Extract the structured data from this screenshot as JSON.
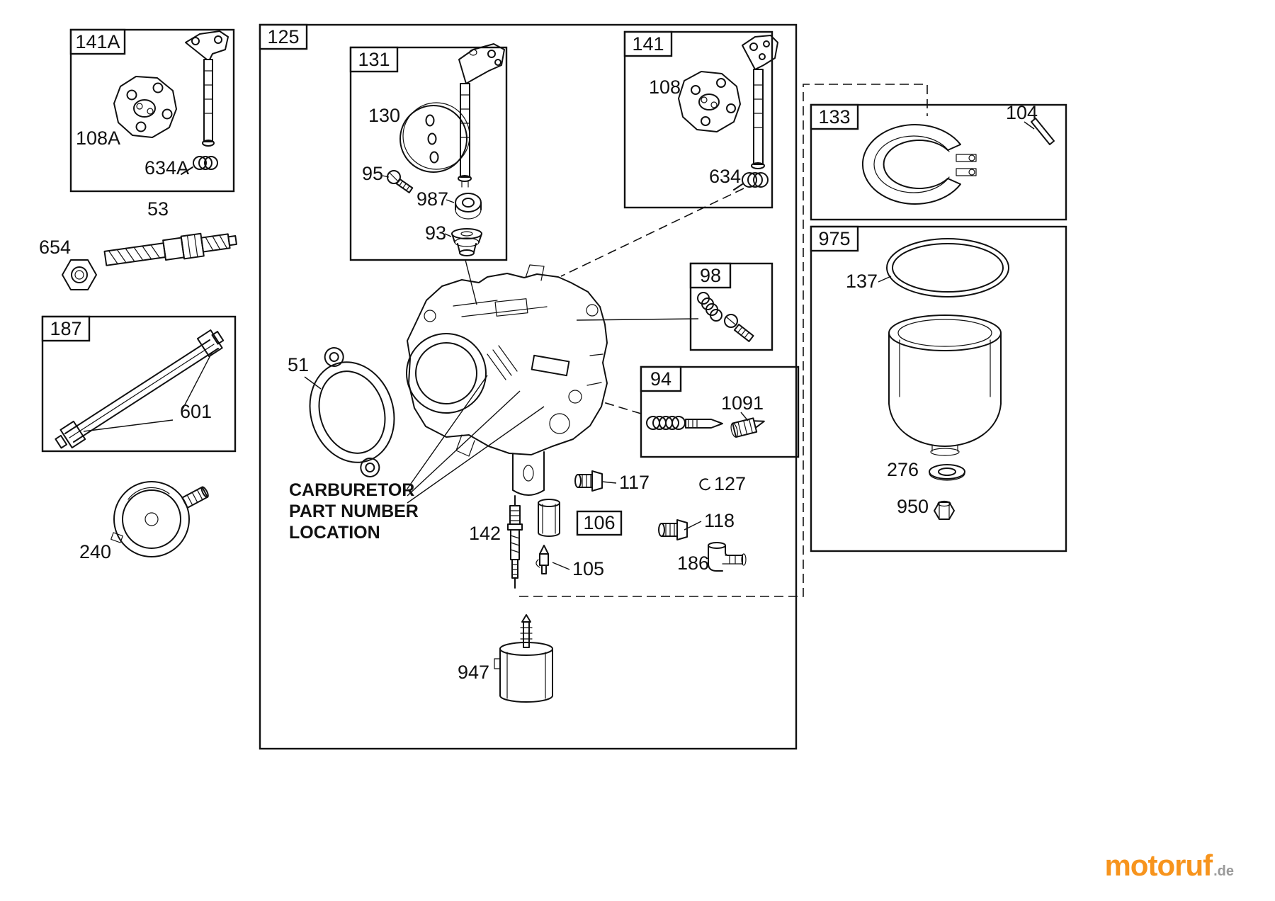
{
  "frames": {
    "f141a": "141A",
    "f187": "187",
    "f125": "125",
    "f131": "131",
    "f141": "141",
    "f98": "98",
    "f94": "94",
    "f133": "133",
    "f975": "975",
    "f106": "106"
  },
  "callouts": {
    "c108a": "108A",
    "c634a": "634A",
    "c53": "53",
    "c654": "654",
    "c601": "601",
    "c240": "240",
    "c130": "130",
    "c95": "95",
    "c987": "987",
    "c93": "93",
    "c108": "108",
    "c634": "634",
    "c51": "51",
    "c1091": "1091",
    "c117": "117",
    "c127": "127",
    "c142": "142",
    "c118": "118",
    "c105": "105",
    "c186": "186",
    "c947": "947",
    "c104": "104",
    "c137": "137",
    "c276": "276",
    "c950": "950"
  },
  "note": {
    "line1": "CARBURETOR",
    "line2": "PART NUMBER",
    "line3": "LOCATION"
  },
  "watermark": {
    "brand": "motoruf",
    "tld": ".de"
  },
  "colors": {
    "line": "#111111",
    "brand_orange": "#f7941d",
    "brand_gray": "#9a9a9a"
  }
}
